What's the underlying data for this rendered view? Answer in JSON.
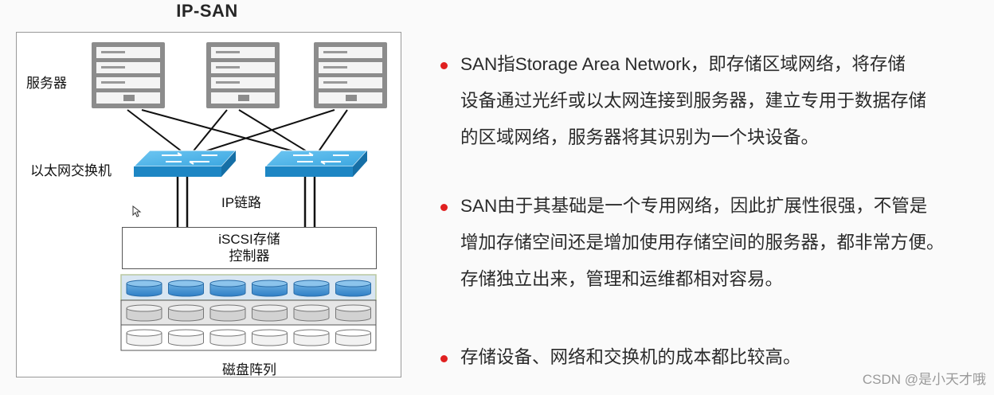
{
  "title": "IP-SAN",
  "diagram": {
    "server_label": "服务器",
    "switch_label": "以太网交换机",
    "link_label": "IP链路",
    "controller_line1": "iSCSI存储",
    "controller_line2": "控制器",
    "disk_label": "磁盘阵列"
  },
  "bullets": [
    {
      "lines": [
        "SAN指Storage Area Network，即存储区域网络，将存储",
        "设备通过光纤或以太网连接到服务器，建立专用于数据存储",
        "的区域网络，服务器将其识别为一个块设备。"
      ]
    },
    {
      "lines": [
        "SAN由于其基础是一个专用网络，因此扩展性很强，不管是",
        "增加存储空间还是增加使用存储空间的服务器，都非常方便。",
        "存储独立出来，管理和运维都相对容易。"
      ]
    },
    {
      "lines": [
        "存储设备、网络和交换机的成本都比较高。"
      ]
    }
  ],
  "watermark": "CSDN @是小天才哦",
  "colors": {
    "bullet_dot": "#e02020",
    "switch": "#3ea8e0",
    "disk_blue": "#4a90cf",
    "server": "#8c8c8c"
  }
}
